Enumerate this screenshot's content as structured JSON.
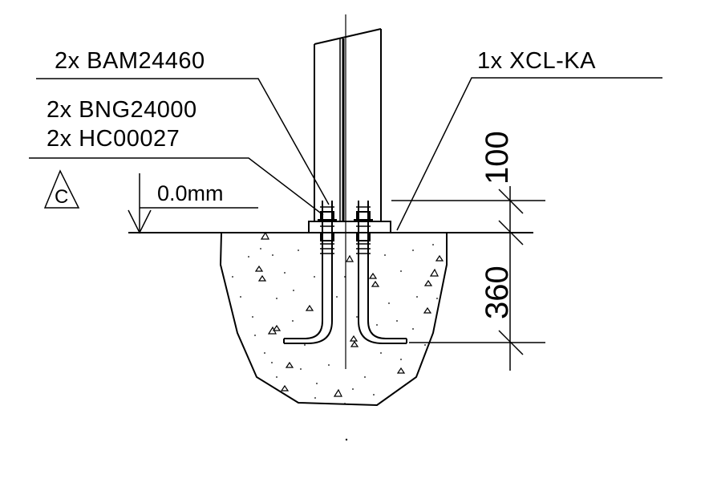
{
  "callouts": {
    "bam": "2x BAM24460",
    "bng": "2x BNG24000",
    "hc": "2x HC00027",
    "xcl": "1x XCL-KA"
  },
  "level": {
    "marker_letter": "C",
    "value": "0.0mm"
  },
  "dimensions": {
    "upper": "100",
    "lower": "360"
  }
}
